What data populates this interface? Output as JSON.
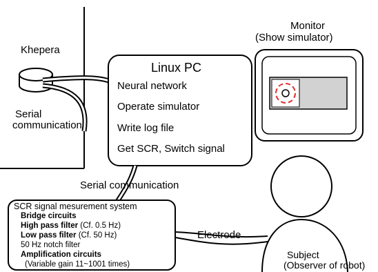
{
  "khepera": {
    "label": "Khepera"
  },
  "serial_robot": {
    "line1": "Serial",
    "line2": "communication"
  },
  "monitor": {
    "line1": "Monitor",
    "line2": "(Show simulator)"
  },
  "pc": {
    "title": "Linux PC",
    "items": [
      "Neural network",
      "Operate simulator",
      "Write log file",
      "Get SCR, Switch signal"
    ]
  },
  "serial_scr": {
    "label": "Serial communication"
  },
  "scr_system": {
    "title": "SCR signal mesurement system",
    "bridge": "Bridge circuits",
    "high_pass": {
      "name": "High pass filter",
      "note": " (Cf. 0.5 Hz)"
    },
    "low_pass": {
      "name": "Low pass filter",
      "note": " (Cf. 50 Hz)"
    },
    "notch": "50 Hz notch filter",
    "amp": "Amplification circuits",
    "gain": "(Variable gain 11~1001 times)"
  },
  "electrode": {
    "label": "Electrode"
  },
  "subject": {
    "line1": "Subject",
    "line2": "(Observer of robot)"
  }
}
